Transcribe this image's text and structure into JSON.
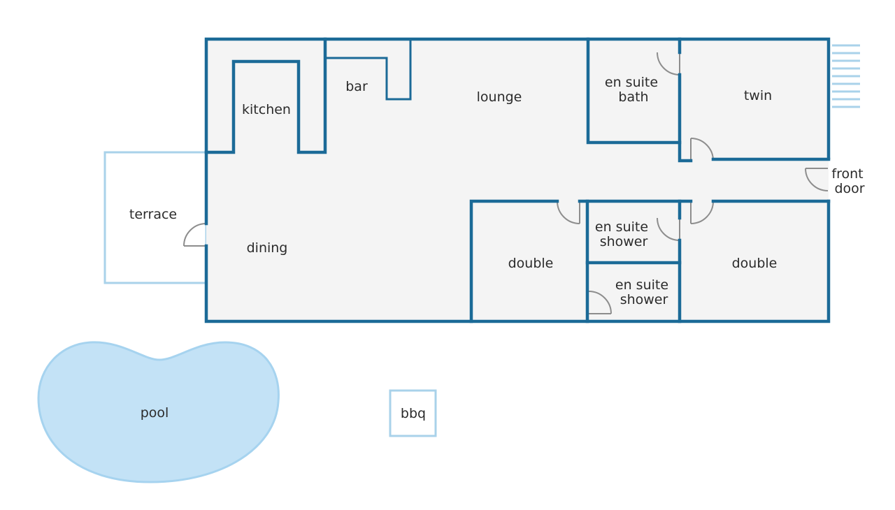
{
  "colors": {
    "wall": "#1b6a97",
    "floor": "#f4f4f4",
    "outdoor_outline": "#a9d2ea",
    "pool_fill": "#c3e2f6",
    "pool_stroke": "#a6d3ef",
    "door": "#8d8d8d",
    "text": "#2b2b2b"
  },
  "rooms": {
    "kitchen": "kitchen",
    "bar": "bar",
    "lounge": "lounge",
    "en_suite_bath": [
      "en suite",
      "bath"
    ],
    "twin": "twin",
    "front_door": [
      "front",
      "door"
    ],
    "terrace": "terrace",
    "dining": "dining",
    "double_left": "double",
    "en_suite_shower_upper": [
      "en suite",
      "shower"
    ],
    "en_suite_shower_lower": [
      "en suite",
      "shower"
    ],
    "double_right": "double"
  },
  "outdoor": {
    "pool": "pool",
    "bbq": "bbq"
  },
  "icons": {
    "stairs": "stairs-icon",
    "door": "door-swing-icon"
  }
}
